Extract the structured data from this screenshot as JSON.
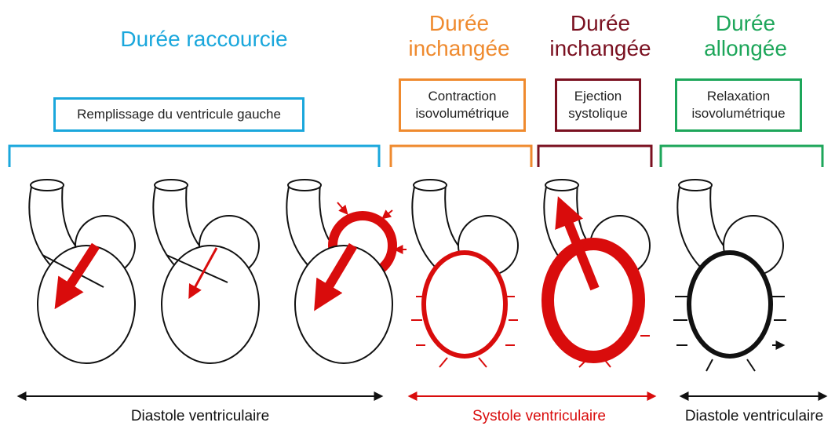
{
  "colors": {
    "blue": "#1aa7dc",
    "orange": "#ef8a2e",
    "darkred": "#7a1020",
    "green": "#1da65a",
    "red": "#d90c0c",
    "black": "#111111"
  },
  "headers": {
    "shortened": "Durée raccourcie",
    "unchanged1": "Durée\ninchangée",
    "unchanged2": "Durée\ninchangée",
    "lengthened": "Durée\nallongée"
  },
  "boxes": {
    "filling": "Remplissage du ventricule gauche",
    "contraction": "Contraction\nisovolumétrique",
    "ejection": "Ejection\nsystolique",
    "relaxation": "Relaxation\nisovolumétrique"
  },
  "bottom": {
    "diastole_left": "Diastole ventriculaire",
    "systole": "Systole ventriculaire",
    "diastole_right": "Diastole ventriculaire"
  }
}
